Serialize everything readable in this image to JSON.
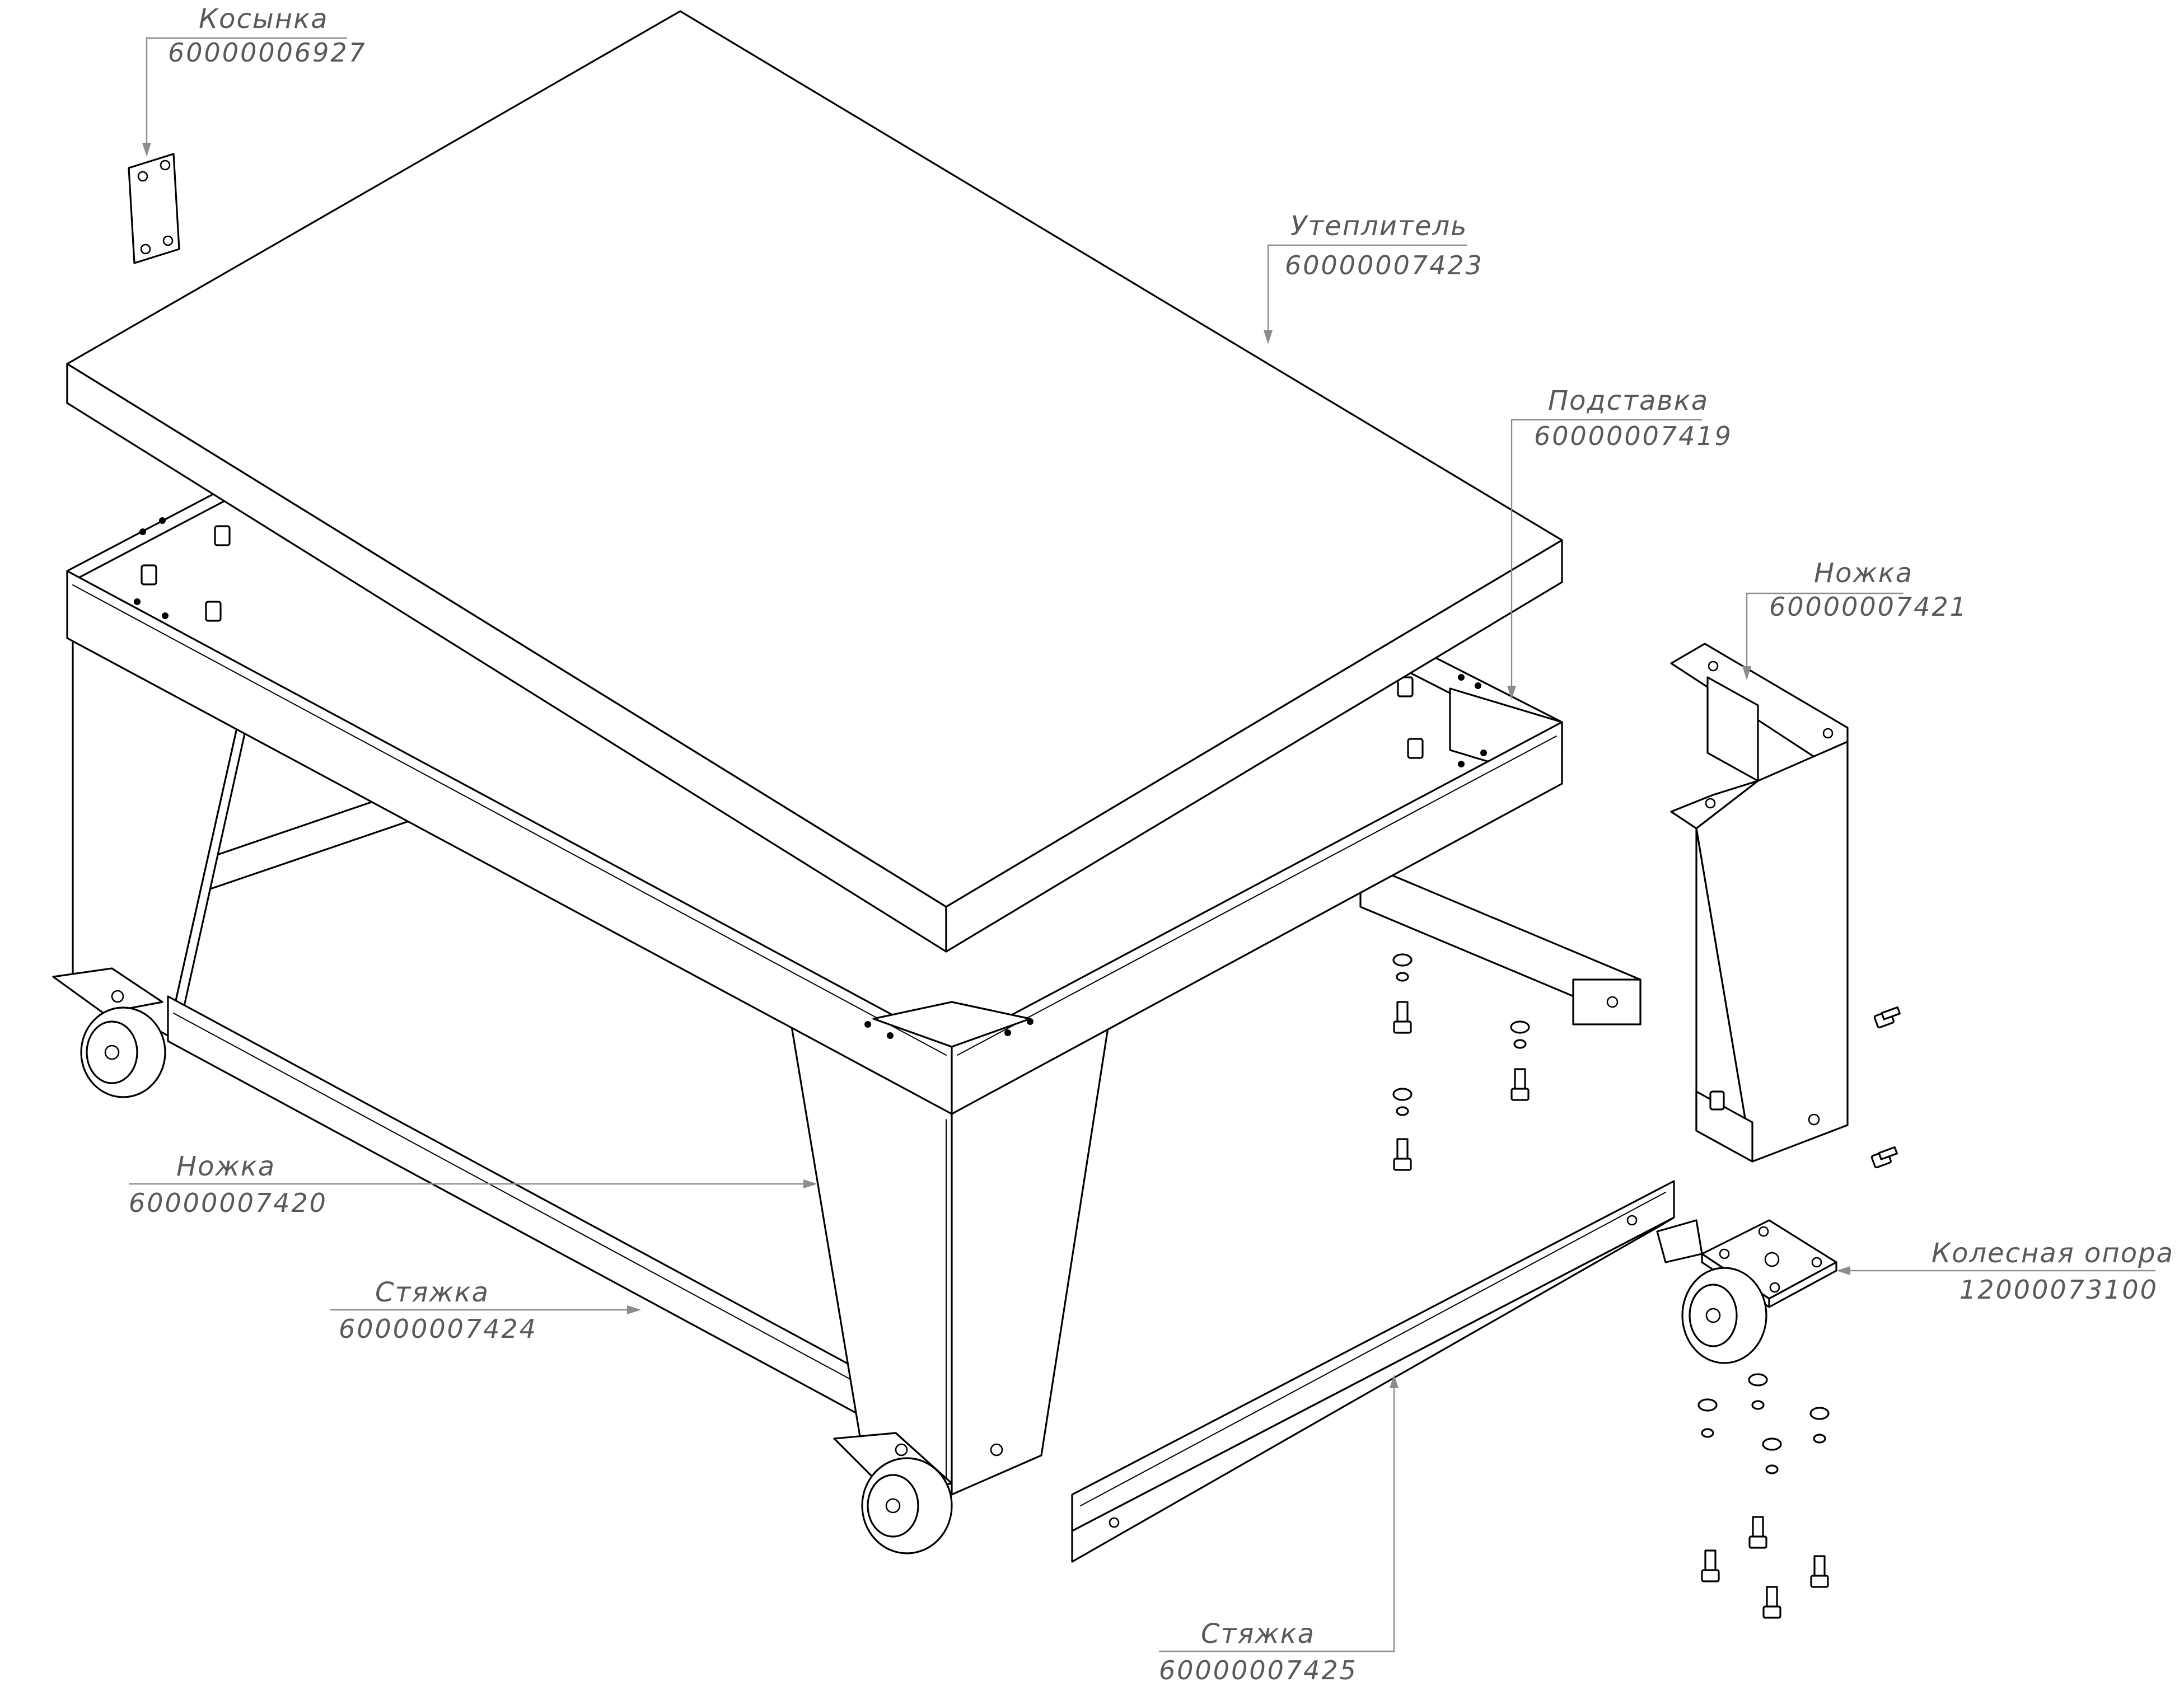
{
  "callouts": [
    {
      "id": "gusset",
      "name": "Косынка",
      "code": "60000006927"
    },
    {
      "id": "insulation",
      "name": "Утеплитель",
      "code": "60000007423"
    },
    {
      "id": "stand",
      "name": "Подставка",
      "code": "60000007419"
    },
    {
      "id": "leg-right",
      "name": "Ножка",
      "code": "60000007421"
    },
    {
      "id": "leg-front",
      "name": "Ножка",
      "code": "60000007420"
    },
    {
      "id": "tie-front",
      "name": "Стяжка",
      "code": "60000007424"
    },
    {
      "id": "caster",
      "name": "Колесная опора",
      "code": "12000073100"
    },
    {
      "id": "tie-loose",
      "name": "Стяжка",
      "code": "60000007425"
    }
  ],
  "colors": {
    "line": "#000000",
    "leader": "#8c8c8c",
    "label": "#595959",
    "background": "#ffffff"
  }
}
